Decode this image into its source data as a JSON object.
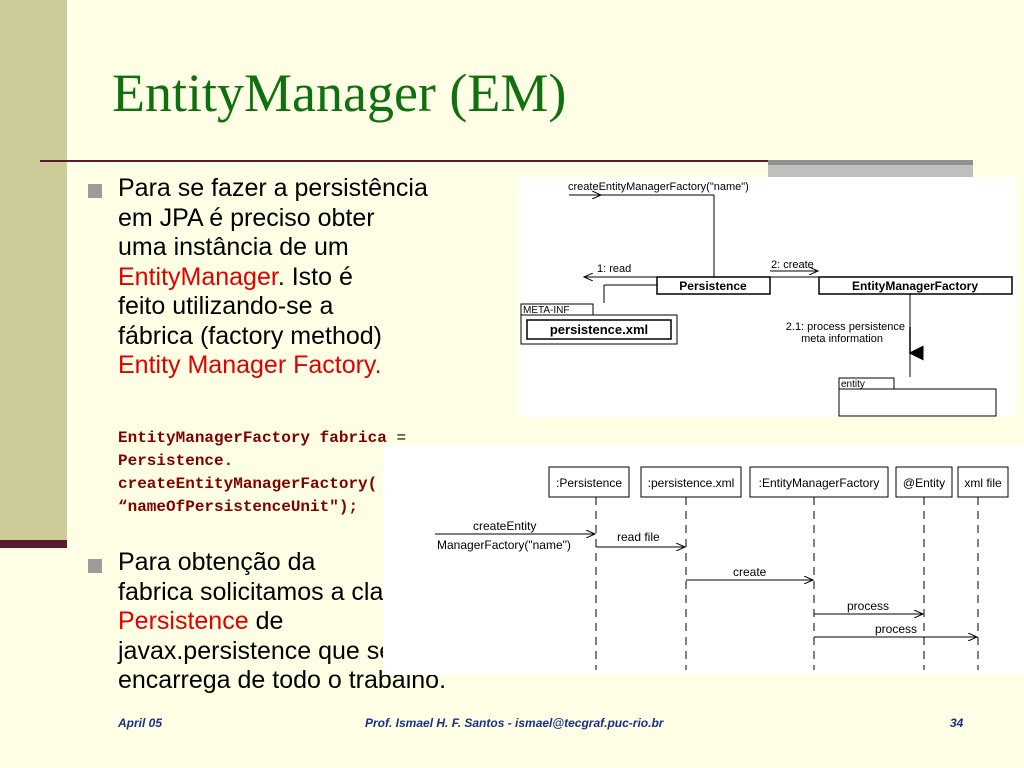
{
  "slide": {
    "title": "EntityManager (EM)",
    "bullet1": {
      "line1": "Para se fazer a persistência",
      "line2": "em JPA é preciso obter",
      "line3": "uma instância de um",
      "line4_red": "EntityManager",
      "line4_rest": ". Isto é",
      "line5": "feito utilizando-se a",
      "line6": "fábrica (factory method)",
      "line7_red": "Entity Manager Factory."
    },
    "code": {
      "line1_a": "EntityManagerFactory fabrica ",
      "line1_eq": "=",
      "line2": "Persistence.",
      "line3": "createEntityManagerFactory(",
      "line4": "“nameOfPersistenceUnit\");"
    },
    "bullet2": {
      "line1": "Para obtenção da",
      "line2": "fabrica solicitamos a classe",
      "line3_red": "Persistence",
      "line3_rest": " de",
      "line4": "javax.persistence que se",
      "line5": "encarrega de todo o trabalho."
    },
    "footer": {
      "date": "April 05",
      "author": "Prof. Ismael H. F. Santos -  ismael@tecgraf.puc-rio.br",
      "page": "34"
    }
  },
  "diagram_collab": {
    "call": "createEntityManagerFactory(\"name\")",
    "read": "1: read",
    "create": "2: create",
    "persistence": "Persistence",
    "emf": "EntityManagerFactory",
    "meta_inf": "META-INF",
    "persistence_xml": "persistence.xml",
    "process1": "2.1: process persistence",
    "process2": "meta information",
    "entity": "entity"
  },
  "diagram_seq": {
    "lifelines": [
      ":Persistence",
      ":persistence.xml",
      ":EntityManagerFactory",
      "@Entity",
      "xml file"
    ],
    "msg_create_1": "createEntity",
    "msg_create_2": "ManagerFactory(\"name\")",
    "msg_read": "read file",
    "msg_create": "create",
    "msg_process1": "process",
    "msg_process2": "process"
  }
}
